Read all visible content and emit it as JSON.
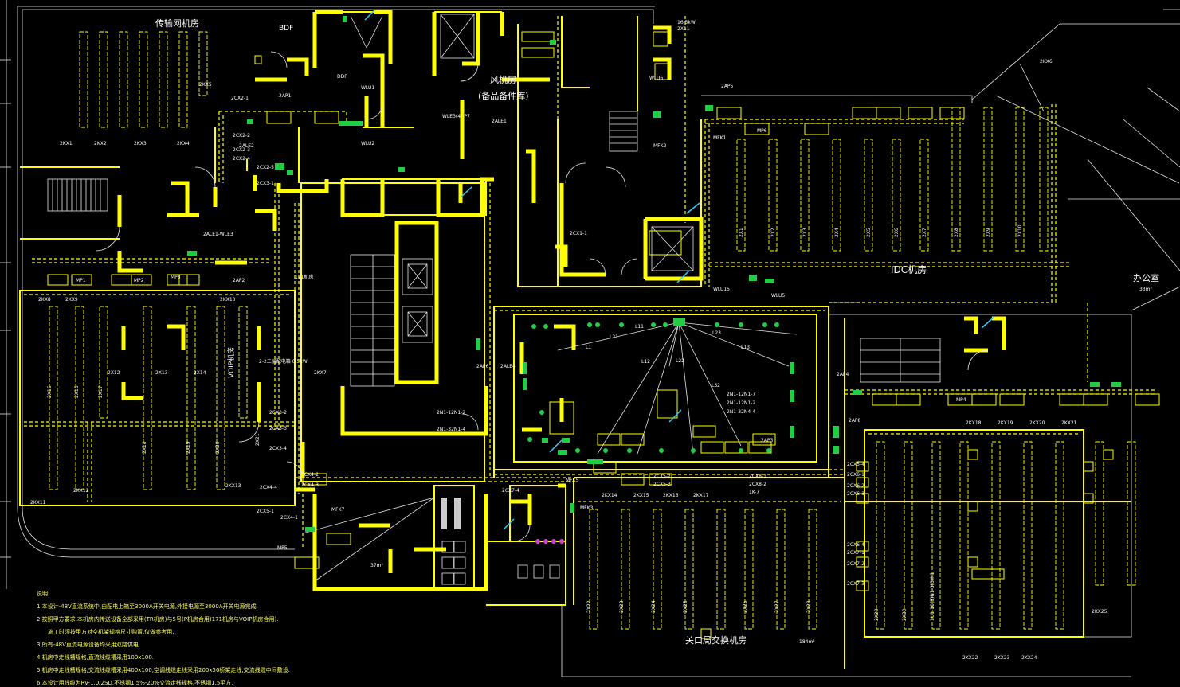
{
  "rooms": [
    {
      "id": "r1",
      "text": "传输网机房"
    },
    {
      "id": "r2",
      "text": "风机房"
    },
    {
      "id": "r3",
      "text": "(备品备件库)"
    },
    {
      "id": "r4",
      "text": "IDC机房"
    },
    {
      "id": "r5",
      "text": "办公室"
    },
    {
      "id": "r6",
      "text": "关口局交换机房"
    },
    {
      "id": "r7",
      "text": "171机房"
    },
    {
      "id": "r8",
      "text": "VOIP机房"
    },
    {
      "id": "r9",
      "text": "BDF"
    },
    {
      "id": "r10",
      "text": "DDF"
    }
  ],
  "areas": [
    {
      "id": "a1",
      "text": "33m²"
    },
    {
      "id": "a2",
      "text": "37m²"
    },
    {
      "id": "a3",
      "text": "184m²"
    }
  ],
  "callouts": [
    {
      "id": "c1",
      "text": "2KX5"
    },
    {
      "id": "c2",
      "text": "2KX1"
    },
    {
      "id": "c3",
      "text": "2KX2"
    },
    {
      "id": "c4",
      "text": "2KX3"
    },
    {
      "id": "c5",
      "text": "2KX4"
    },
    {
      "id": "c6",
      "text": "2KX8"
    },
    {
      "id": "c7",
      "text": "2KX9"
    },
    {
      "id": "c8",
      "text": "2KX10"
    },
    {
      "id": "c9",
      "text": "2KX7"
    },
    {
      "id": "c10",
      "text": "2KX11"
    },
    {
      "id": "c11",
      "text": "2KX12"
    },
    {
      "id": "c12",
      "text": "2KX13"
    },
    {
      "id": "c13",
      "text": "2KX14"
    },
    {
      "id": "c14",
      "text": "2KX15"
    },
    {
      "id": "c15",
      "text": "2KX16"
    },
    {
      "id": "c16",
      "text": "2KX17"
    },
    {
      "id": "c17",
      "text": "2KX18"
    },
    {
      "id": "c18",
      "text": "2KX19"
    },
    {
      "id": "c19",
      "text": "2KX20"
    },
    {
      "id": "c20",
      "text": "2KX21"
    },
    {
      "id": "c21",
      "text": "2KX22"
    },
    {
      "id": "c22",
      "text": "2KX23"
    },
    {
      "id": "c23",
      "text": "2KX24"
    },
    {
      "id": "c24",
      "text": "2KX25"
    },
    {
      "id": "c25",
      "text": "2ALE1"
    },
    {
      "id": "c26",
      "text": "2ALE1-WLE3"
    },
    {
      "id": "c27",
      "text": "2ALE2"
    },
    {
      "id": "c28",
      "text": "2AP1"
    },
    {
      "id": "c29",
      "text": "2AP2"
    },
    {
      "id": "c30",
      "text": "2AP3"
    },
    {
      "id": "c31",
      "text": "2AP4"
    },
    {
      "id": "c32",
      "text": "2AP5"
    },
    {
      "id": "c33",
      "text": "2AP6"
    },
    {
      "id": "c34",
      "text": "2AP8"
    },
    {
      "id": "c35",
      "text": "2ALE4"
    },
    {
      "id": "c36",
      "text": "MP1"
    },
    {
      "id": "c37",
      "text": "MP2"
    },
    {
      "id": "c38",
      "text": "MP3"
    },
    {
      "id": "c39",
      "text": "MP4"
    },
    {
      "id": "c40",
      "text": "MP5"
    },
    {
      "id": "c41",
      "text": "MP6"
    },
    {
      "id": "c42",
      "text": "MFK1"
    },
    {
      "id": "c43",
      "text": "MFK2"
    },
    {
      "id": "c44",
      "text": "MFK3"
    },
    {
      "id": "c45",
      "text": "MFK5"
    },
    {
      "id": "c46",
      "text": "MFK7"
    },
    {
      "id": "c47",
      "text": "WLU1"
    },
    {
      "id": "c48",
      "text": "WLU2"
    },
    {
      "id": "c49",
      "text": "WLU5"
    },
    {
      "id": "c50",
      "text": "WLU15"
    },
    {
      "id": "c51",
      "text": "WLE3(4)-P7"
    },
    {
      "id": "c52",
      "text": "WLU6"
    },
    {
      "id": "c53",
      "text": "L1"
    },
    {
      "id": "c54",
      "text": "L11"
    },
    {
      "id": "c55",
      "text": "L12"
    },
    {
      "id": "c56",
      "text": "L13"
    },
    {
      "id": "c57",
      "text": "L21"
    },
    {
      "id": "c58",
      "text": "L22"
    },
    {
      "id": "c59",
      "text": "L23"
    },
    {
      "id": "c60",
      "text": "L32"
    },
    {
      "id": "c61",
      "text": "2N1-12N1-2"
    },
    {
      "id": "c62",
      "text": "2N1-12N1-7"
    },
    {
      "id": "c63",
      "text": "2N1-12N1-2"
    },
    {
      "id": "c64",
      "text": "2N1-32N1-4"
    },
    {
      "id": "c65",
      "text": "2N1-32N4-4"
    },
    {
      "id": "c66",
      "text": "2X1"
    },
    {
      "id": "c67",
      "text": "2X2"
    },
    {
      "id": "c68",
      "text": "2X3"
    },
    {
      "id": "c69",
      "text": "2X4"
    },
    {
      "id": "c70",
      "text": "2X5"
    },
    {
      "id": "c71",
      "text": "2X6"
    },
    {
      "id": "c72",
      "text": "2X7"
    },
    {
      "id": "c73",
      "text": "2X8"
    },
    {
      "id": "c74",
      "text": "2X9"
    },
    {
      "id": "c75",
      "text": "2X10"
    },
    {
      "id": "c76",
      "text": "2X12"
    },
    {
      "id": "c77",
      "text": "2X13"
    },
    {
      "id": "c78",
      "text": "2X14"
    },
    {
      "id": "c79",
      "text": "2X15"
    },
    {
      "id": "c80",
      "text": "2X16"
    },
    {
      "id": "c81",
      "text": "2X17"
    },
    {
      "id": "c82",
      "text": "2X18"
    },
    {
      "id": "c83",
      "text": "2X19"
    },
    {
      "id": "c84",
      "text": "2X20"
    },
    {
      "id": "c85",
      "text": "2X21"
    },
    {
      "id": "c86",
      "text": "2X22"
    },
    {
      "id": "c87",
      "text": "2X23"
    },
    {
      "id": "c88",
      "text": "2X24"
    },
    {
      "id": "c89",
      "text": "2X25"
    },
    {
      "id": "c90",
      "text": "2X26"
    },
    {
      "id": "c91",
      "text": "2X27"
    },
    {
      "id": "c92",
      "text": "2X28"
    },
    {
      "id": "c93",
      "text": "2X29"
    },
    {
      "id": "c94",
      "text": "2X30"
    },
    {
      "id": "c95",
      "text": "1U1-10(3)N1-3(3)N1"
    },
    {
      "id": "c96",
      "text": "2CX1-1"
    },
    {
      "id": "c97",
      "text": "2CX2-1"
    },
    {
      "id": "c98",
      "text": "2CX2-2"
    },
    {
      "id": "c99",
      "text": "2CX2-3"
    },
    {
      "id": "c100",
      "text": "2CX2-4"
    },
    {
      "id": "c101",
      "text": "2CX2-5"
    },
    {
      "id": "c102",
      "text": "2CX3-1"
    },
    {
      "id": "c103",
      "text": "2CX3-2"
    },
    {
      "id": "c104",
      "text": "2CX3-3"
    },
    {
      "id": "c105",
      "text": "2CX3-4"
    },
    {
      "id": "c106",
      "text": "2CX4-1"
    },
    {
      "id": "c107",
      "text": "2CX4-2"
    },
    {
      "id": "c108",
      "text": "2CX4-3"
    },
    {
      "id": "c109",
      "text": "2CX4-4"
    },
    {
      "id": "c110",
      "text": "2CX5-1"
    },
    {
      "id": "c111",
      "text": "2CX5-2"
    },
    {
      "id": "c112",
      "text": "2CX5-3"
    },
    {
      "id": "c113",
      "text": "2CX5-4"
    },
    {
      "id": "c114",
      "text": "2CX6-1"
    },
    {
      "id": "c115",
      "text": "2CX6-2"
    },
    {
      "id": "c116",
      "text": "2CX6-3"
    },
    {
      "id": "c117",
      "text": "2CX6-4"
    },
    {
      "id": "c118",
      "text": "2CX7-1"
    },
    {
      "id": "c119",
      "text": "2CX7-2"
    },
    {
      "id": "c120",
      "text": "2CX7-3"
    },
    {
      "id": "c121",
      "text": "2CX7-4"
    },
    {
      "id": "c122",
      "text": "2CX8-1"
    },
    {
      "id": "c123",
      "text": "2CX8-2"
    },
    {
      "id": "c124",
      "text": "1K-7"
    },
    {
      "id": "c125",
      "text": "16.5kW"
    },
    {
      "id": "c126",
      "text": "2X11"
    },
    {
      "id": "c127",
      "text": "2-2二层配电箱 0.5kW"
    },
    {
      "id": "c128",
      "text": "2KX6"
    }
  ],
  "notes": {
    "title": "说明:",
    "lines": [
      "1.本设计-48V直流系统中,由配电上箱至3000A开关电源,外接电源至3000A开关电源完成.",
      "2.按照甲方要求,本机房内传送设备全部采用(TR机房)与5号(P机房合用)171机房与VOIP机房合用).",
      "施工时须按甲方对空机架规格尺寸购置,仅做参考用.",
      "3.所有-48V直流电源设备均采用双路供电.",
      "4.机房中走线槽规格,直流线缆槽采用100x100.",
      "5.机房中走线槽规格,交流线缆槽采用400x100,空调线缆走线采用200x50桥架走线,交流线缆中间敷设.",
      "6.本设计用线缆为RV-1.0/2SD,不锈钢1.5%-20%交流走线规格,不锈钢1.5平方."
    ]
  }
}
